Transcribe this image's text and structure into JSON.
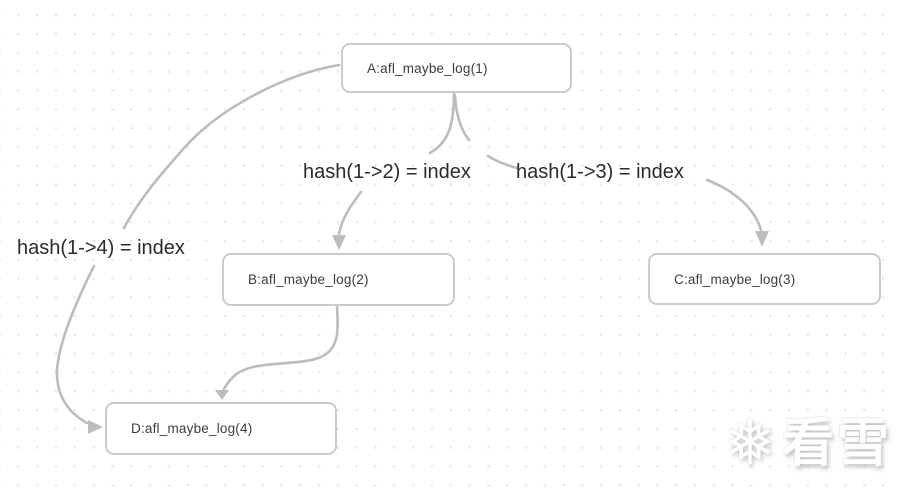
{
  "diagram": {
    "nodes": [
      {
        "id": "A",
        "label": "A:afl_maybe_log(1)"
      },
      {
        "id": "B",
        "label": "B:afl_maybe_log(2)"
      },
      {
        "id": "C",
        "label": "C:afl_maybe_log(3)"
      },
      {
        "id": "D",
        "label": "D:afl_maybe_log(4)"
      }
    ],
    "edge_labels": [
      {
        "id": "hash-1-2",
        "text": "hash(1->2) = index"
      },
      {
        "id": "hash-1-3",
        "text": "hash(1->3) = index"
      },
      {
        "id": "hash-1-4",
        "text": "hash(1->4) = index"
      }
    ],
    "edges": [
      {
        "from": "A",
        "to": "B",
        "label": "hash(1->2) = index"
      },
      {
        "from": "A",
        "to": "C",
        "label": "hash(1->3) = index"
      },
      {
        "from": "A",
        "to": "D",
        "label": "hash(1->4) = index"
      },
      {
        "from": "B",
        "to": "D",
        "label": ""
      }
    ],
    "colors": {
      "edge": "#bcbcbc",
      "node_border": "#cbcbcb",
      "node_text": "#3c3c3c",
      "label_text": "#2b2b2b",
      "background_dot": "#e5e5e5"
    }
  },
  "watermark": {
    "icon": "snowflake-icon",
    "text": "看雪"
  }
}
